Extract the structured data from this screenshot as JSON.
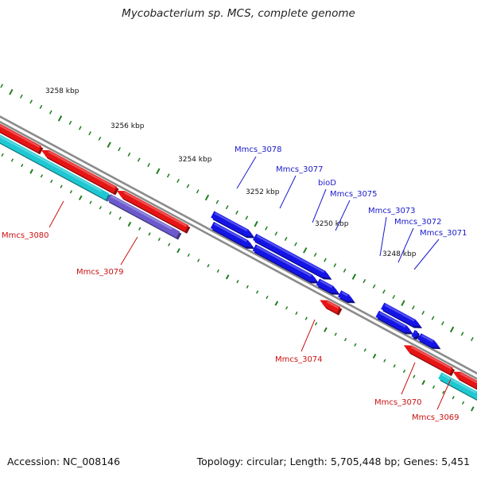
{
  "title": "Mycobacterium sp. MCS, complete genome",
  "accession": "Accession: NC_008146",
  "topology": "Topology: circular; Length: 5,705,448 bp; Genes: 5,451",
  "colors": {
    "backbone": "#8c8c8c",
    "tick": "#1e7d1e",
    "forward_gene": "#1414e6",
    "reverse_gene": "#e61414",
    "rna_gene": "#1ec8d2",
    "feature": "#6a5acd",
    "label_blue": "#1a1acd",
    "label_red": "#cc1111"
  },
  "ruler_labels": [
    {
      "text": "3258 kbp",
      "kbp": 3258
    },
    {
      "text": "3256 kbp",
      "kbp": 3256
    },
    {
      "text": "3254 kbp",
      "kbp": 3254
    },
    {
      "text": "3252 kbp",
      "kbp": 3252
    },
    {
      "text": "3250 kbp",
      "kbp": 3250
    },
    {
      "text": "3248 kbp",
      "kbp": 3248
    }
  ],
  "genes": [
    {
      "name": "Mmcs_3078",
      "strand": "forward"
    },
    {
      "name": "Mmcs_3077",
      "strand": "forward"
    },
    {
      "name": "bioD",
      "strand": "forward"
    },
    {
      "name": "Mmcs_3075",
      "strand": "forward"
    },
    {
      "name": "Mmcs_3073",
      "strand": "forward"
    },
    {
      "name": "Mmcs_3072",
      "strand": "forward"
    },
    {
      "name": "Mmcs_3071",
      "strand": "forward"
    },
    {
      "name": "Mmcs_3080",
      "strand": "reverse"
    },
    {
      "name": "Mmcs_3079",
      "strand": "reverse"
    },
    {
      "name": "Mmcs_3074",
      "strand": "reverse"
    },
    {
      "name": "Mmcs_3070",
      "strand": "reverse"
    },
    {
      "name": "Mmcs_3069",
      "strand": "reverse"
    }
  ]
}
